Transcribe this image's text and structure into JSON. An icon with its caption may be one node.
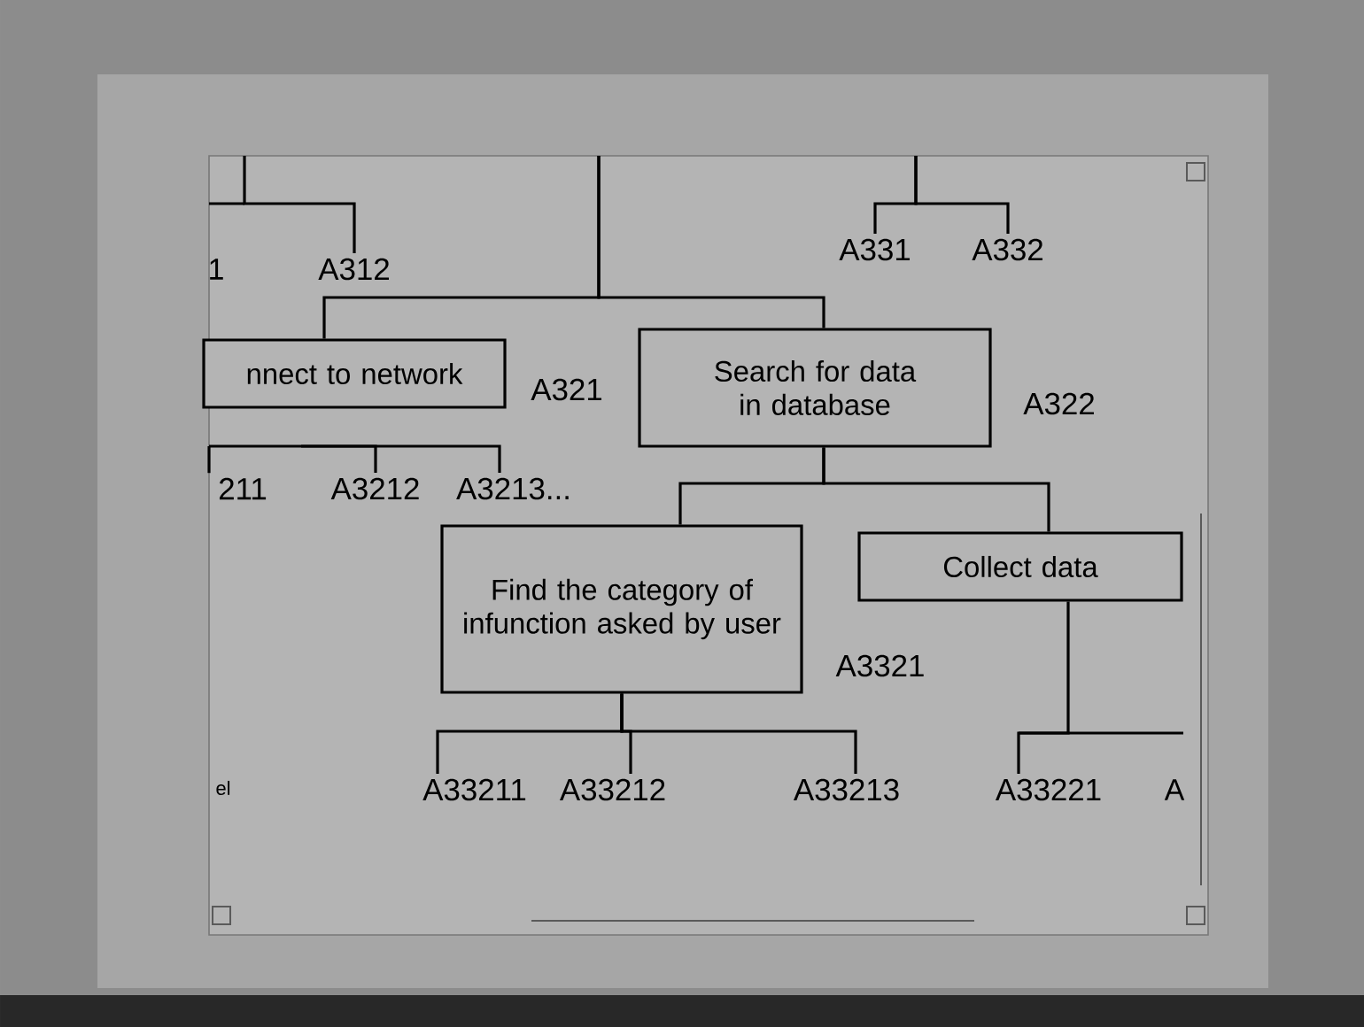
{
  "diagram": {
    "nodes": [
      {
        "text": [
          "A312"
        ]
      },
      {
        "text": [
          "nnect to network"
        ],
        "beside": [
          "A321"
        ]
      },
      {
        "text": [
          "Search for data in database"
        ],
        "beside": [
          "A322"
        ]
      },
      {
        "text": [
          "A331"
        ]
      },
      {
        "text": [
          "A332"
        ]
      },
      {
        "text": [
          "211"
        ]
      },
      {
        "text": [
          "A3212"
        ]
      },
      {
        "text": [
          "A3213..."
        ]
      },
      {
        "text": [
          "Find the category of infunction asked by user"
        ],
        "beside": [
          "A3321"
        ]
      },
      {
        "text": [
          "Collect data"
        ]
      },
      {
        "text": [
          "A33211"
        ]
      },
      {
        "text": [
          "A33212"
        ]
      },
      {
        "text": [
          "A33213"
        ]
      },
      {
        "text": [
          "A33221"
        ]
      }
    ],
    "edges": [
      {
        "from": null,
        "to": 0,
        "arrow": "none"
      },
      {
        "from": null,
        "to": 1,
        "arrow": "none"
      },
      {
        "from": null,
        "to": 2,
        "arrow": "none"
      },
      {
        "from": null,
        "to": 3,
        "arrow": "none"
      },
      {
        "from": null,
        "to": 4,
        "arrow": "none"
      },
      {
        "from": null,
        "to": 5,
        "arrow": "none"
      },
      {
        "from": null,
        "to": 6,
        "arrow": "none"
      },
      {
        "from": null,
        "to": 7,
        "arrow": "none"
      },
      {
        "from": 2,
        "to": 8,
        "arrow": "none"
      },
      {
        "from": 2,
        "to": 9,
        "arrow": "none"
      },
      {
        "from": 8,
        "to": 10,
        "arrow": "none"
      },
      {
        "from": 8,
        "to": 11,
        "arrow": "none"
      },
      {
        "from": 8,
        "to": 12,
        "arrow": "none"
      },
      {
        "from": 9,
        "to": 13,
        "arrow": "none"
      }
    ],
    "labels": [
      "1",
      "el",
      "A"
    ]
  }
}
